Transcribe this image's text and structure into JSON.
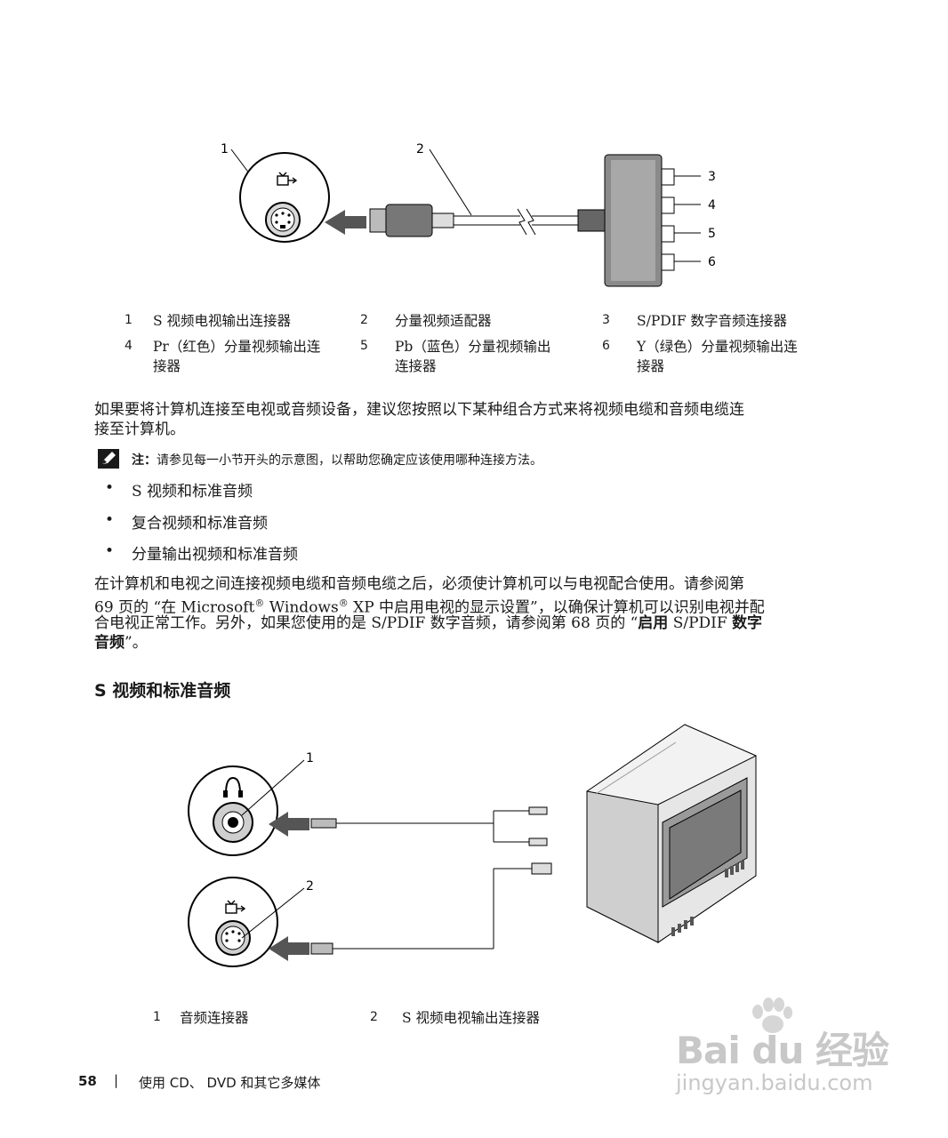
{
  "diagram1": {
    "callouts": [
      "1",
      "2",
      "3",
      "4",
      "5",
      "6"
    ]
  },
  "captions1": [
    {
      "num": "1",
      "line1": "S 视频电视输出连接器",
      "line2": ""
    },
    {
      "num": "2",
      "line1": "分量视频适配器",
      "line2": ""
    },
    {
      "num": "3",
      "line1": "S/PDIF 数字音频连接器",
      "line2": ""
    },
    {
      "num": "4",
      "line1": "Pr（红色）分量视频输出连",
      "line2": "接器"
    },
    {
      "num": "5",
      "line1": "Pb（蓝色）分量视频输出",
      "line2": "连接器"
    },
    {
      "num": "6",
      "line1": "Y（绿色）分量视频输出连",
      "line2": "接器"
    }
  ],
  "intro": {
    "line1": "如果要将计算机连接至电视或音频设备，建议您按照以下某种组合方式来将视频电缆和音频电缆连",
    "line2": "接至计算机。"
  },
  "note": {
    "label": "注：",
    "text": "请参见每一小节开头的示意图，以帮助您确定应该使用哪种连接方法。"
  },
  "bullets": [
    "S 视频和标准音频",
    "复合视频和标准音频",
    "分量输出视频和标准音频"
  ],
  "para2": {
    "line1": "在计算机和电视之间连接视频电缆和音频电缆之后，必须使计算机可以与电视配合使用。请参阅第",
    "line2_a": "69 页的 “在 Microsoft",
    "reg": "®",
    "line2_b": " Windows",
    "line2_c": " XP 中启用电视的显示设置”，以确保计算机可以识别电视并配",
    "line3_a": "合电视正常工作。另外，如果您使用的是 S/PDIF 数字音频，请参阅第 68 页的 “",
    "line3_b1": "启用",
    "line3_b2": " S/PDIF ",
    "line3_b3": "数字",
    "line4_a": "音频",
    "line4_b": "”。"
  },
  "section_heading": "S 视频和标准音频",
  "diagram2": {
    "callouts": [
      "1",
      "2"
    ]
  },
  "captions2": [
    {
      "num": "1",
      "text": "音频连接器"
    },
    {
      "num": "2",
      "text": "S 视频电视输出连接器"
    }
  ],
  "footer": {
    "page_number": "58",
    "separator": "|",
    "chapter": "使用 CD、 DVD 和其它多媒体"
  },
  "watermark": {
    "brand": "Bai du 经验",
    "url": "jingyan.baidu.com"
  }
}
